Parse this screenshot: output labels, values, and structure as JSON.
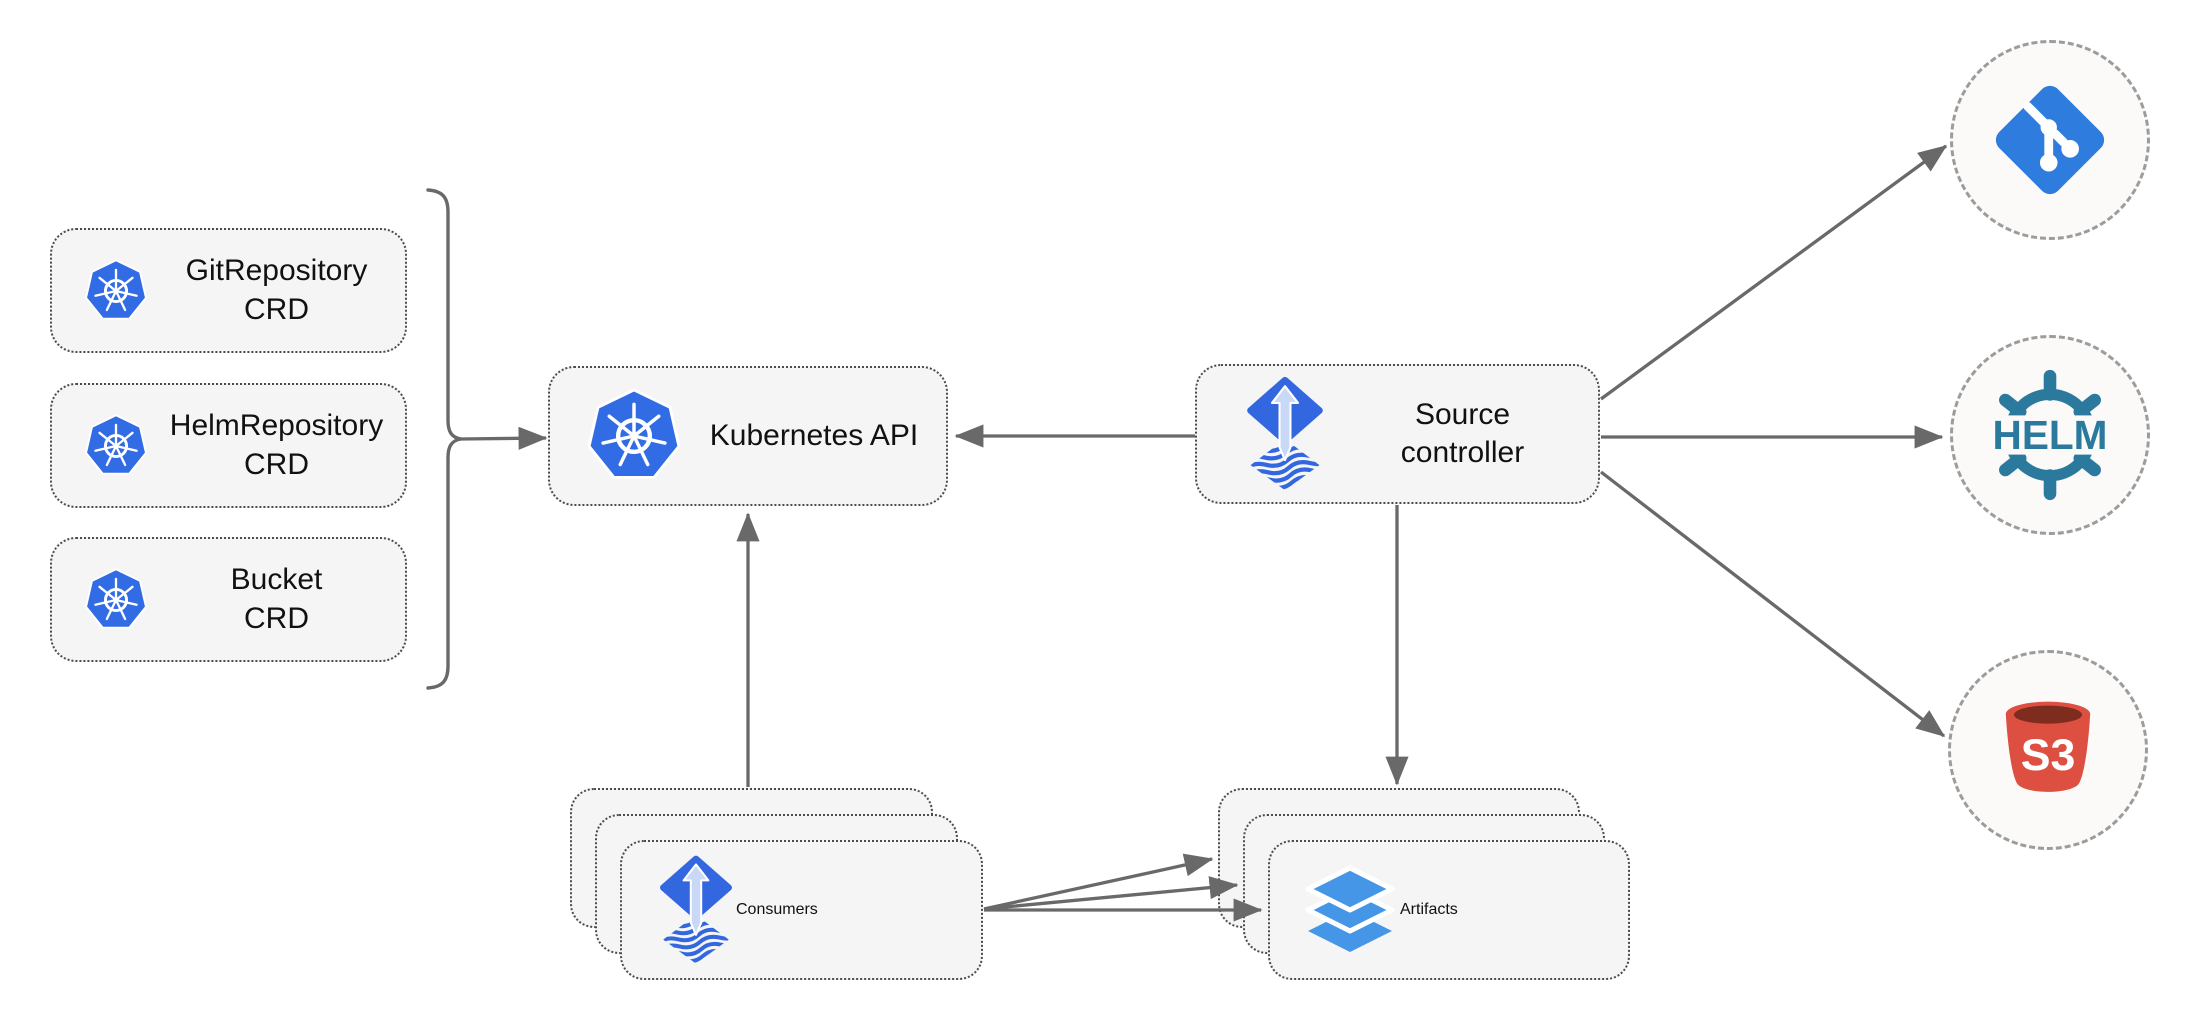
{
  "nodes": {
    "crd_boxes": [
      {
        "id": "gitrepository-crd",
        "line1": "GitRepository",
        "line2": "CRD"
      },
      {
        "id": "helmrepository-crd",
        "line1": "HelmRepository",
        "line2": "CRD"
      },
      {
        "id": "bucket-crd",
        "line1": "Bucket",
        "line2": "CRD"
      }
    ],
    "kubernetes_api": {
      "label": "Kubernetes API"
    },
    "source_controller": {
      "line1": "Source",
      "line2": "controller"
    },
    "consumers": {
      "label": "Consumers"
    },
    "artifacts": {
      "label": "Artifacts"
    },
    "helm": {
      "label": "HELM"
    },
    "s3": {
      "label": "S3"
    }
  },
  "edges": [
    {
      "from": "crd-group",
      "to": "kubernetes-api"
    },
    {
      "from": "source-controller",
      "to": "kubernetes-api"
    },
    {
      "from": "consumers",
      "to": "kubernetes-api"
    },
    {
      "from": "source-controller",
      "to": "artifacts"
    },
    {
      "from": "source-controller",
      "to": "git"
    },
    {
      "from": "source-controller",
      "to": "helm"
    },
    {
      "from": "source-controller",
      "to": "s3"
    },
    {
      "from": "consumers",
      "to": "artifacts"
    },
    {
      "from": "consumers",
      "to": "artifacts"
    },
    {
      "from": "consumers",
      "to": "artifacts"
    }
  ],
  "colors": {
    "kubernetes_blue": "#326ce5",
    "flux_blue": "#3367e0",
    "flux_arrow_light": "#c9d8f6",
    "layers_blue": "#4596e7",
    "git_blue": "#2e7cde",
    "helm_teal": "#2b7a9e",
    "s3_red": "#dd4f40",
    "s3_dark": "#7e2c1e",
    "node_fill": "#f5f5f5",
    "node_border": "#4c4c4c",
    "circle_fill": "#fbfaf8",
    "circle_border": "#9c9c9c",
    "arrow": "#696969",
    "text": "#111111"
  }
}
